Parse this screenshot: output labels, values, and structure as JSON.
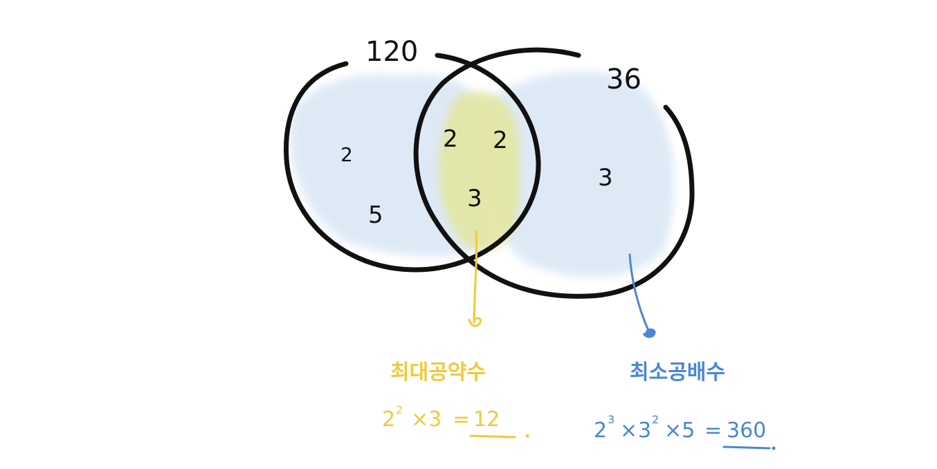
{
  "diagram": {
    "left_set": {
      "label": "120",
      "factors": [
        "2",
        "5"
      ]
    },
    "right_set": {
      "label": "36",
      "factors": [
        "3"
      ]
    },
    "intersection": {
      "factors": [
        "2",
        "2",
        "3"
      ]
    },
    "gcd": {
      "caption": "최대공약수",
      "base1": "2",
      "exp1": "2",
      "times1": "×3",
      "equals": "=",
      "result": "12",
      "color": "#f0c93a"
    },
    "lcm": {
      "caption": "최소공배수",
      "base1": "2",
      "exp1": "3",
      "times1": "×",
      "base2": "3",
      "exp2": "2",
      "times2": "×5",
      "equals": "=",
      "result": "360",
      "color": "#4a86d4"
    },
    "colors": {
      "outline": "#111111",
      "wash_blue": "#dbe7f6",
      "wash_yellow": "#e4e7a4"
    }
  }
}
